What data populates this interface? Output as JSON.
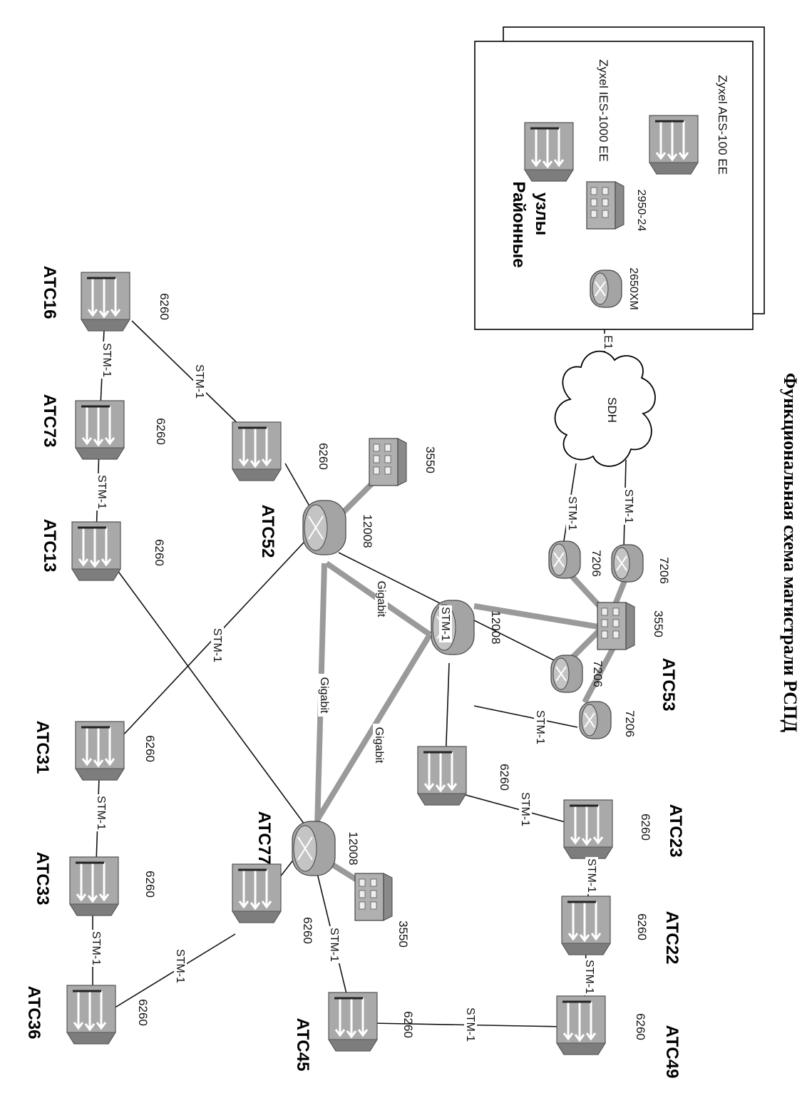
{
  "title": "Функциональная схема магистрали РСПД",
  "stations": {
    "atc36": "АТС36",
    "atc33": "АТС33",
    "atc31": "АТС31",
    "atc13": "АТС13",
    "atc73": "АТС73",
    "atc16": "АТС16",
    "atc52": "АТС52",
    "atc77": "АТС77",
    "atc45": "АТС45",
    "atc49": "АТС49",
    "atc22": "АТС22",
    "atc23": "АТС23",
    "atc53": "АТС53"
  },
  "models": {
    "m6260": "6260",
    "m12008": "12008",
    "m3550": "3550",
    "m7206": "7206",
    "m2650": "2650XM",
    "m2950": "2950-24"
  },
  "links": {
    "stm1": "STM-1",
    "gigabit": "Gigabit",
    "e1": "E1"
  },
  "cloud": {
    "label": "SDH"
  },
  "district": {
    "title_line1": "Районные",
    "title_line2": "узлы",
    "zyxel_ies": "Zyxel IES-1000 EE",
    "zyxel_aes": "Zyxel AES-100 EE"
  },
  "colors": {
    "device": "#a9a9a9",
    "link_gigabit": "#9a9a9a",
    "link_stm": "#111111"
  },
  "icons": [
    "atm-switch-icon",
    "router-icon",
    "lan-switch-icon",
    "cloud-icon"
  ]
}
